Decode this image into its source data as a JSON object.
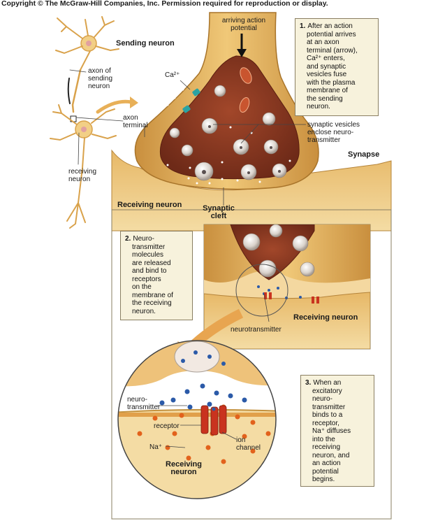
{
  "copyright": "Copyright © The McGraw-Hill Companies, Inc. Permission required for reproduction or display.",
  "labels": {
    "sending_neuron": "Sending neuron",
    "axon_of_sending_neuron": [
      "axon of",
      "sending",
      "neuron"
    ],
    "axon_terminal": [
      "axon",
      "terminal"
    ],
    "receiving_neuron_small": [
      "receiving",
      "neuron"
    ],
    "arriving_action_potential": [
      "arriving action",
      "potential"
    ],
    "calcium": "Ca²⁺",
    "synaptic_vesicles": [
      "synaptic vesicles",
      "enclose neuro-",
      "transmitter"
    ],
    "synapse": "Synapse",
    "receiving_neuron_main": "Receiving neuron",
    "synaptic_cleft": [
      "Synaptic",
      "cleft"
    ],
    "neurotransmitter_mid": "neurotransmitter",
    "receiving_neuron_mid": "Receiving neuron",
    "neurotransmitter_zoom": [
      "neuro-",
      "transmitter"
    ],
    "receptor": "receptor",
    "sodium": "Na⁺",
    "ion_channel": [
      "ion",
      "channel"
    ],
    "receiving_neuron_zoom": [
      "Receiving",
      "neuron"
    ]
  },
  "captions": {
    "step1": {
      "number": "1.",
      "lines": [
        "After an action",
        "potential arrives",
        "at an axon",
        "terminal (arrow),",
        "Ca²⁺ enters,",
        "and synaptic",
        "vesicles fuse",
        "with the plasma",
        "membrane of",
        "the sending",
        "neuron."
      ]
    },
    "step2": {
      "number": "2.",
      "lines": [
        "Neuro-",
        "transmitter",
        "molecules",
        "are released",
        "and bind to",
        "receptors",
        "on the",
        "membrane of",
        "the receiving",
        "neuron."
      ]
    },
    "step3": {
      "number": "3.",
      "lines": [
        "When an",
        "excitatory",
        "neuro-",
        "transmitter",
        "binds to a",
        "receptor,",
        "Na⁺ diffuses",
        "into the",
        "receiving",
        "neuron, and",
        "an action",
        "potential",
        "begins."
      ]
    }
  },
  "colors": {
    "neuron_tan": "#e8b461",
    "neuron_light": "#f3d08b",
    "terminal_interior": "#8a3a22",
    "vesicle": "#e7e2dc",
    "neurotransmitter_blue": "#2b5aa8",
    "sodium_orange": "#e2621c",
    "receptor_red": "#c9331f",
    "caption_bg": "#f7f2dc"
  }
}
